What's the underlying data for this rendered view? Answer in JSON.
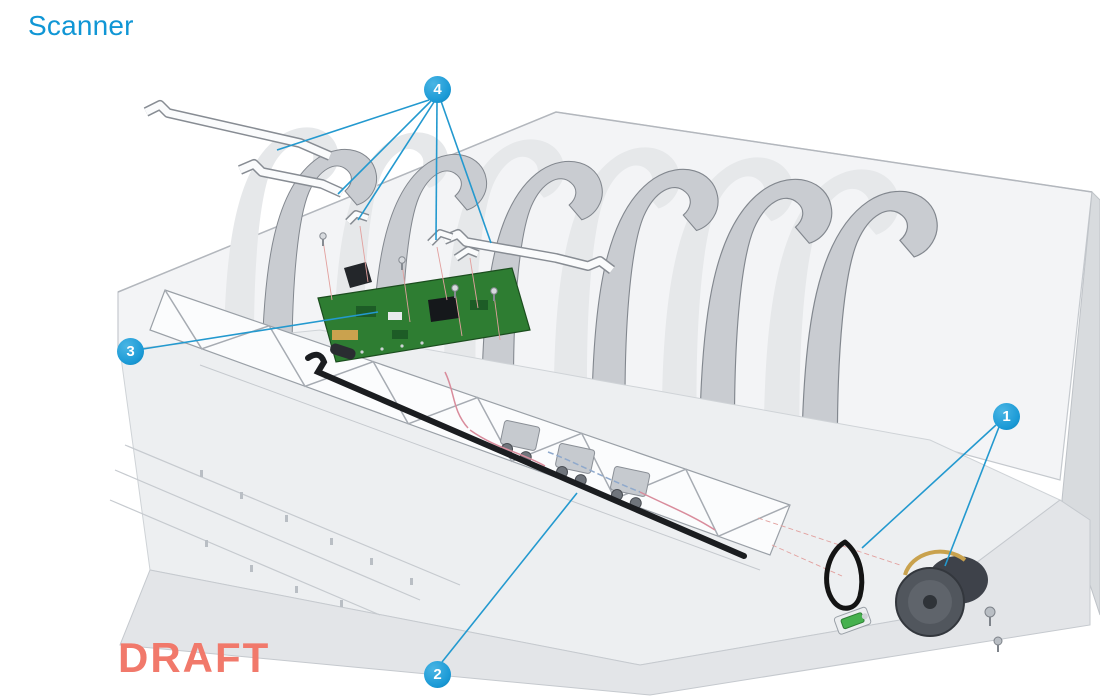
{
  "page": {
    "title": "Scanner",
    "watermark": "DRAFT"
  },
  "colors": {
    "accent_blue": "#1096d5",
    "callout_blue": "#1b9ad6",
    "leader_blue": "#2399cf",
    "watermark_red": "#f1796b",
    "pcb_green": "#2e7d32"
  },
  "callouts": [
    {
      "number": "1"
    },
    {
      "number": "2"
    },
    {
      "number": "3"
    },
    {
      "number": "4"
    }
  ]
}
